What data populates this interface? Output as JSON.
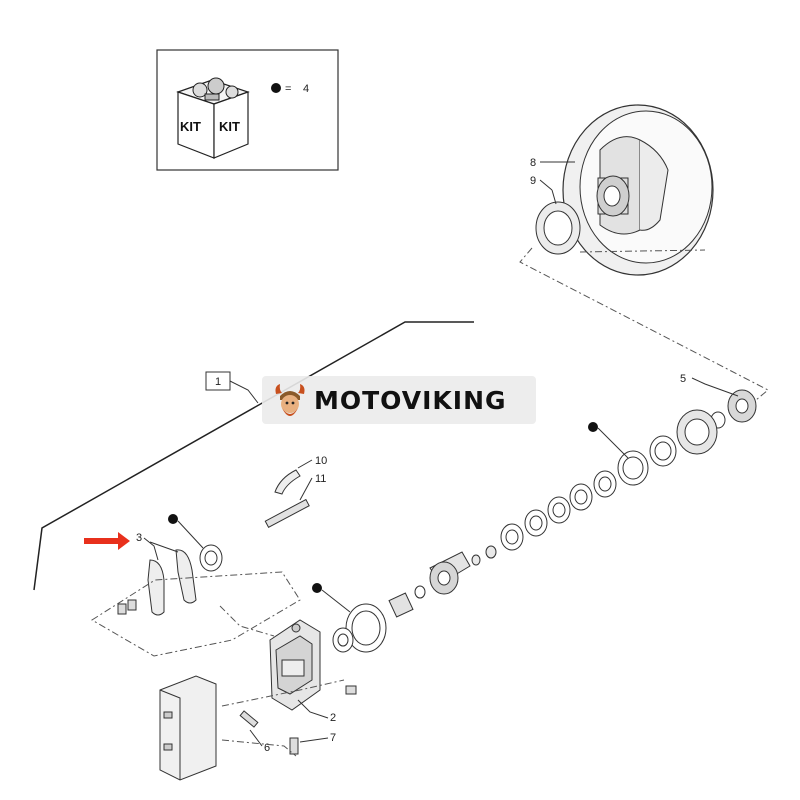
{
  "kit_box": {
    "kit_label_1": "KIT",
    "kit_label_2": "KIT",
    "kit_equals": "=",
    "kit_number": "4"
  },
  "callouts": {
    "c1": "1",
    "c2": "2",
    "c3": "3",
    "c5": "5",
    "c6": "6",
    "c7": "7",
    "c8": "8",
    "c9": "9",
    "c10": "10",
    "c11": "11"
  },
  "watermark": {
    "brand": "MOTOVIKING"
  },
  "colors": {
    "arrow": "#e8301c",
    "line": "#333333",
    "background": "#ffffff"
  }
}
